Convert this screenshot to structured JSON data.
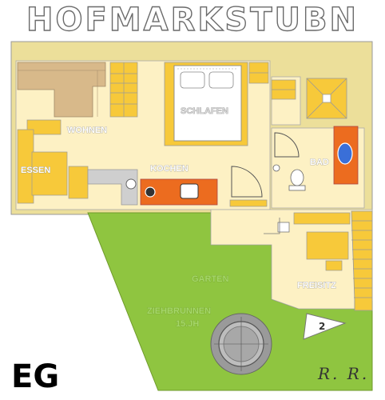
{
  "title": "HOFMARKSTUBN",
  "floor": "EG",
  "signature": "R. R.",
  "north_marker": "2",
  "rooms": {
    "wohnen": "WOHNEN",
    "essen": "ESSEN",
    "kochen": "KOCHEN",
    "schlafen": "SCHLAFEN",
    "bad": "BAD",
    "garten": "GARTEN",
    "freisitz": "FREISITZ",
    "ziehbrunnen_line1": "ZIEHBRUNNEN",
    "ziehbrunnen_line2": "15.JH"
  },
  "colors": {
    "floor": "#fdf1c4",
    "wall": "#ecdf9a",
    "furniture": "#f7c93a",
    "counter": "#ec6c1f",
    "sofa": "#d8b98a",
    "garden": "#8fc540"
  }
}
